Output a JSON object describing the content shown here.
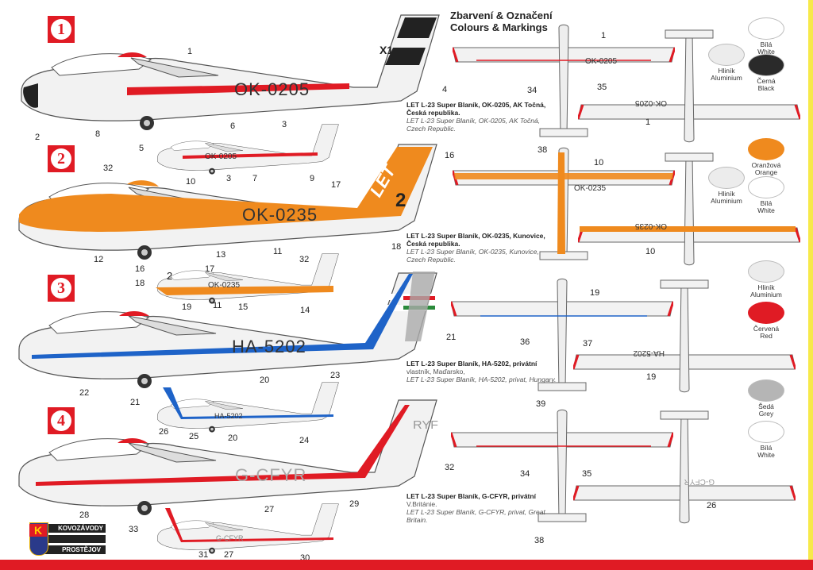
{
  "header": {
    "title_cz": "Zbarvení & Označení",
    "title_en": "Colours & Markings"
  },
  "schemes": [
    {
      "number": "1",
      "registration": "OK-0205",
      "fin_code": "X1",
      "accent": "#e01b24",
      "caption_bold": "LET L-23 Super Blaník, OK-0205, AK Točná, Česká republika.",
      "caption_plain": "",
      "caption_italic": "LET L-23 Super Blaník, OK-0205, AK Točná, Czech Republic.",
      "callouts": [
        "1",
        "2",
        "8",
        "6",
        "3",
        "4",
        "5",
        "3",
        "7",
        "9",
        "34",
        "35",
        "38",
        "1",
        "1"
      ]
    },
    {
      "number": "2",
      "registration": "OK-0235",
      "fin_code": "LET",
      "fin_number": "2",
      "accent": "#ef8a1e",
      "caption_bold": "LET L-23 Super Blaník, OK-0235, Kunovice, Česká republika.",
      "caption_plain": "",
      "caption_italic": "LET L-23 Super Blaník, OK-0235, Kunovice, Czech Republic.",
      "callouts": [
        "32",
        "10",
        "12",
        "13",
        "11",
        "16",
        "17",
        "18",
        "16",
        "17",
        "18",
        "11",
        "15",
        "14",
        "32",
        "10",
        "10"
      ]
    },
    {
      "number": "3",
      "registration": "HA-5202",
      "accent": "#1e63c8",
      "caption_bold": "LET L-23 Super Blaník, HA-5202, privátní",
      "caption_plain": "vlastník, Maďarsko,",
      "caption_italic": "LET L-23 Super Blaník, HA-5202, privat, Hungary.",
      "callouts": [
        "19",
        "22",
        "20",
        "23",
        "21",
        "21",
        "25",
        "20",
        "24",
        "36",
        "37",
        "39",
        "19",
        "19"
      ]
    },
    {
      "number": "4",
      "registration": "G-CFYR",
      "fin_code": "RYF",
      "accent": "#e01b24",
      "caption_bold": "LET L-23 Super Blaník, G-CFYR, privátní",
      "caption_plain": "V.Británie.",
      "caption_italic": "LET L-23 Super Blaník, G-CFYR, privat, Great Britain.",
      "callouts": [
        "26",
        "28",
        "27",
        "29",
        "32",
        "33",
        "31",
        "27",
        "30",
        "34",
        "35",
        "38",
        "26"
      ]
    }
  ],
  "swatches": [
    {
      "cz": "Bílá",
      "en": "White",
      "color": "#ffffff"
    },
    {
      "cz": "Hliník",
      "en": "Aluminium",
      "color": "#ececec"
    },
    {
      "cz": "Černá",
      "en": "Black",
      "color": "#2a2a2a"
    },
    {
      "cz": "Oranžová",
      "en": "Orange",
      "color": "#ef8a1e"
    },
    {
      "cz": "Hliník",
      "en": "Aluminium",
      "color": "#ececec"
    },
    {
      "cz": "Bílá",
      "en": "White",
      "color": "#ffffff"
    },
    {
      "cz": "Hliník",
      "en": "Aluminium",
      "color": "#ececec"
    },
    {
      "cz": "Červená",
      "en": "Red",
      "color": "#e01b24"
    },
    {
      "cz": "Šedá",
      "en": "Grey",
      "color": "#b5b5b5"
    },
    {
      "cz": "Bílá",
      "en": "White",
      "color": "#ffffff"
    }
  ],
  "logo": {
    "top": "KOVOZÁVODY",
    "bottom": "PROSTĚJOV",
    "letter": "K"
  }
}
